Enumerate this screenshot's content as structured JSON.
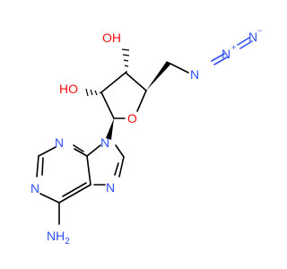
{
  "colors": {
    "bond": "#000000",
    "nitrogen": "#3050F8",
    "oxygen": "#FF0D0D",
    "background": "#ffffff"
  },
  "labels": {
    "oh_top": "OH",
    "oh_left": "HO",
    "ring_o": "O",
    "azide_n1": "N",
    "azide_n2": "N",
    "azide_n3": "N",
    "azide_n2_charge": "+",
    "azide_n3_charge": "−",
    "purine_n9": "N",
    "purine_n3": "N",
    "purine_n1": "N",
    "purine_n7": "N",
    "amine": "NH",
    "amine_sub": "2"
  }
}
